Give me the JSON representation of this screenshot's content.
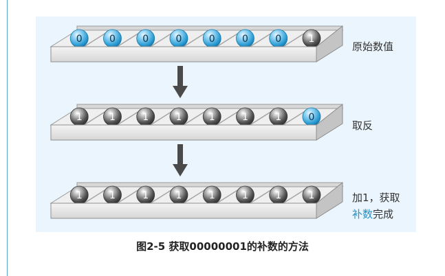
{
  "rows": [
    {
      "bits": [
        "0",
        "0",
        "0",
        "0",
        "0",
        "0",
        "0",
        "1"
      ],
      "label": "原始数值"
    },
    {
      "bits": [
        "1",
        "1",
        "1",
        "1",
        "1",
        "1",
        "1",
        "0"
      ],
      "label": "取反"
    },
    {
      "bits": [
        "1",
        "1",
        "1",
        "1",
        "1",
        "1",
        "1",
        "1"
      ],
      "label_line1": "加1，获取",
      "label_line2_accent": "补数",
      "label_line2_rest": "完成"
    }
  ],
  "caption": "图2-5 获取00000001的补数的方法",
  "colors": {
    "panel": "#eaf5fd",
    "ball_zero": "#3aa6d8",
    "ball_one": "#5a5a5a",
    "accent": "#2a8fc0",
    "arrow": "#4a4a4a"
  }
}
